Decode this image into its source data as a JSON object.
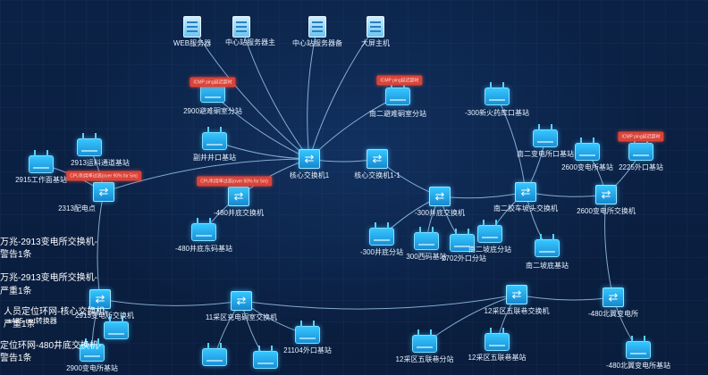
{
  "topology": {
    "nodes": [
      {
        "id": "web",
        "label": "WEB服务器",
        "type": "server"
      },
      {
        "id": "center1",
        "label": "中心站服务器主",
        "type": "server"
      },
      {
        "id": "center2",
        "label": "中心站服务器备",
        "type": "server"
      },
      {
        "id": "bigscreen",
        "label": "大屏主机",
        "type": "server"
      },
      {
        "id": "s2900",
        "label": "2900避难硐室分站",
        "type": "ap"
      },
      {
        "id": "nan2",
        "label": "南二避难硐室分站",
        "type": "ap"
      },
      {
        "id": "fujing",
        "label": "副井井口基站",
        "type": "ap"
      },
      {
        "id": "core1",
        "label": "核心交换机1",
        "type": "switch"
      },
      {
        "id": "core11",
        "label": "核心交换机1-1",
        "type": "switch"
      },
      {
        "id": "s2913",
        "label": "2913运料通道基站",
        "type": "ap"
      },
      {
        "id": "s2915",
        "label": "2915工作面基站",
        "type": "ap"
      },
      {
        "id": "s2313",
        "label": "2313配电点",
        "type": "switch"
      },
      {
        "id": "sw480",
        "label": "-480井底交换机",
        "type": "switch"
      },
      {
        "id": "s480ma",
        "label": "-480井底东码基站",
        "type": "ap"
      },
      {
        "id": "xinhuo",
        "label": "-300新火药库口基站",
        "type": "ap"
      },
      {
        "id": "nan2bd",
        "label": "南二变电所口基站",
        "type": "ap"
      },
      {
        "id": "s2600bd",
        "label": "2600变电所基站",
        "type": "ap"
      },
      {
        "id": "s2225",
        "label": "2225外口基站",
        "type": "ap"
      },
      {
        "id": "sw300",
        "label": "-300井底交换机",
        "type": "switch"
      },
      {
        "id": "nan2jiao",
        "label": "南二胶车坡头交换机",
        "type": "switch"
      },
      {
        "id": "sw2600",
        "label": "2600变电所交换机",
        "type": "switch"
      },
      {
        "id": "jd300",
        "label": "-300井底分站",
        "type": "ap"
      },
      {
        "id": "s300ma",
        "label": "300西码基站",
        "type": "ap"
      },
      {
        "id": "s2702",
        "label": "2702外口分站",
        "type": "ap"
      },
      {
        "id": "nan2podi",
        "label": "南二坡底分站",
        "type": "ap"
      },
      {
        "id": "nan2podiji",
        "label": "南二坡底基站",
        "type": "ap"
      },
      {
        "id": "sw2913",
        "label": "2913变电所交换机",
        "type": "switch"
      },
      {
        "id": "sw11",
        "label": "11采区充电硐室交换机",
        "type": "switch"
      },
      {
        "id": "sw12",
        "label": "12采区五联巷交换机",
        "type": "switch"
      },
      {
        "id": "sw480n",
        "label": "-480北翼变电所",
        "type": "switch"
      },
      {
        "id": "s2900bd",
        "label": "2900变电所基站",
        "type": "ap"
      },
      {
        "id": "s21104",
        "label": "21104外口基站",
        "type": "ap"
      },
      {
        "id": "s12fen",
        "label": "12采区五联巷分站",
        "type": "ap"
      },
      {
        "id": "s12ji",
        "label": "12采区五联巷基站",
        "type": "ap"
      },
      {
        "id": "s480nbd",
        "label": "-480北翼变电所基站",
        "type": "ap"
      },
      {
        "id": "a11",
        "label": "",
        "type": "ap"
      },
      {
        "id": "a12",
        "label": "",
        "type": "ap"
      },
      {
        "id": "a13",
        "label": "",
        "type": "ap"
      }
    ],
    "alarm_tags": [
      {
        "id": "al1",
        "text": "ICMP ping延迟超时"
      },
      {
        "id": "al2",
        "text": "ICMP ping延迟超时"
      },
      {
        "id": "al3",
        "text": "CPU利用率过高(over 90% for 5m)"
      },
      {
        "id": "al4",
        "text": "CPU利用率过高(over 90% for 5m)"
      },
      {
        "id": "al5",
        "text": "ICMP ping延迟超时"
      }
    ]
  },
  "alerts": [
    "万兆-2913变电所交换机-",
    "警告1条",
    "万兆-2913变电所交换机-",
    "严重1条",
    "人员定位环网-核心交换机-",
    "严重1条",
    "定位环网-480井底交换机-",
    "警告1条",
    "+485-net转换器"
  ],
  "colors": {
    "background": "#0a1f3f",
    "link": "#a9d9ff",
    "device": "#1e9ee6",
    "alarm": "#d9443a"
  },
  "icons": {
    "switch": "switch-icon",
    "ap": "base-station-icon",
    "server": "server-icon"
  }
}
